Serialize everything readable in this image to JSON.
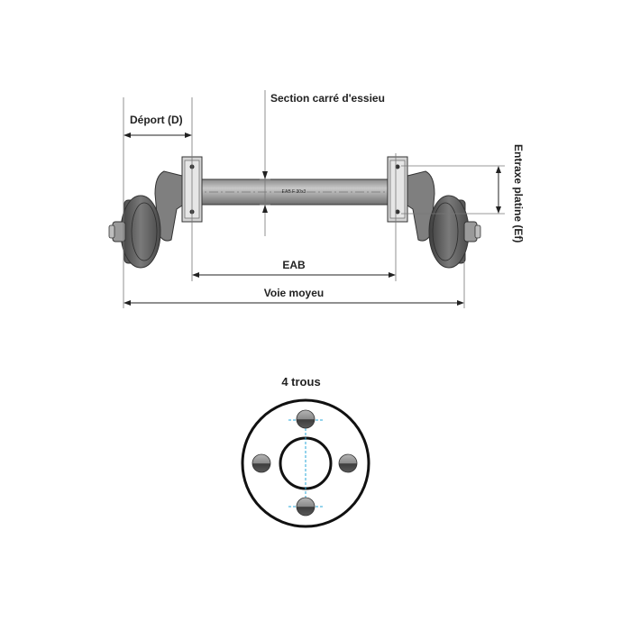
{
  "axle": {
    "labels": {
      "section": "Section carré d'essieu",
      "offset": "Déport (D)",
      "plate_spacing": "Entraxe platine (Ef)",
      "eab": "EAB",
      "hub_track": "Voie moyeu"
    },
    "beam_marking": "EAB F 30x3"
  },
  "hub": {
    "title": "4 trous"
  },
  "colors": {
    "line": "#222222",
    "hub_dark": "#6b6b6b",
    "beam": "#a9a9a9",
    "guide": "#2aa7d8"
  }
}
